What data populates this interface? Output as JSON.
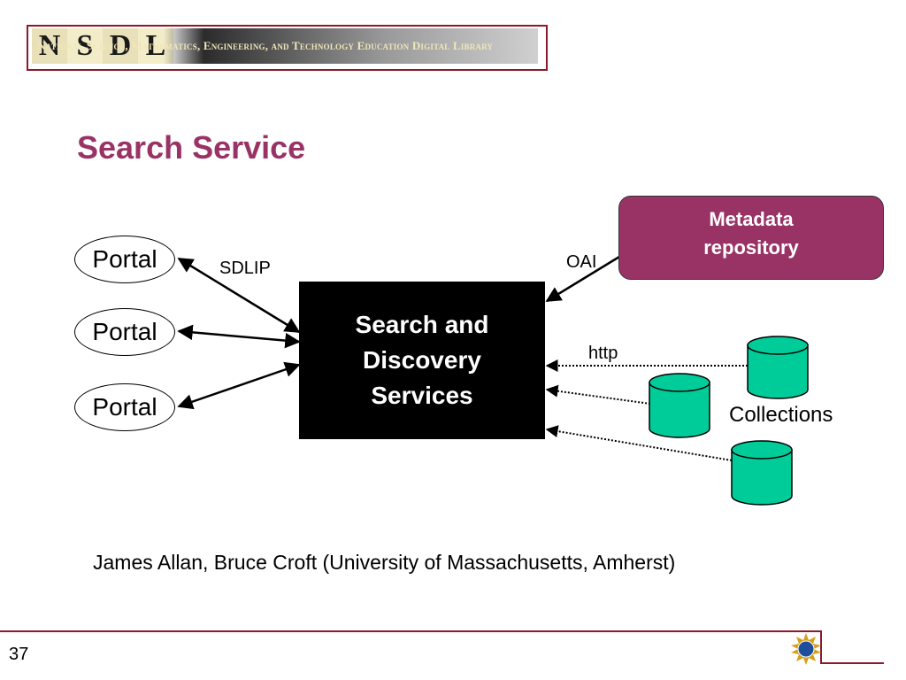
{
  "header": {
    "logo_letters": [
      "N",
      "S",
      "D",
      "L"
    ],
    "banner_text": "National Science, Mathematics, Engineering, and Technology Education Digital Library"
  },
  "slide": {
    "title": "Search Service"
  },
  "diagram": {
    "portals": [
      "Portal",
      "Portal",
      "Portal"
    ],
    "central_box": "Search and\nDiscovery\nServices",
    "metadata_box": "Metadata\nrepository",
    "labels": {
      "sdlip": "SDLIP",
      "oai": "OAI",
      "http": "http",
      "collections": "Collections"
    },
    "colors": {
      "metadata_fill": "#993366",
      "collection_fill": "#00cc99",
      "central_fill": "#000000",
      "accent": "#8b1a2a"
    }
  },
  "caption": "James Allan, Bruce Croft (University of Massachusetts, Amherst)",
  "footer": {
    "page_number": "37",
    "seal_icon": "nsf-seal-icon"
  }
}
